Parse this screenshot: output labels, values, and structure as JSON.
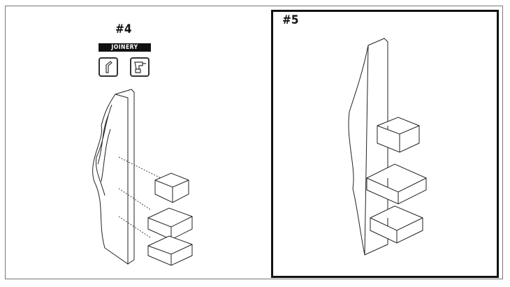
{
  "step4": {
    "number": "#4",
    "category_label": "JOINERY",
    "tools": [
      "dowel-icon",
      "drill-icon"
    ]
  },
  "step5": {
    "number": "#5"
  }
}
